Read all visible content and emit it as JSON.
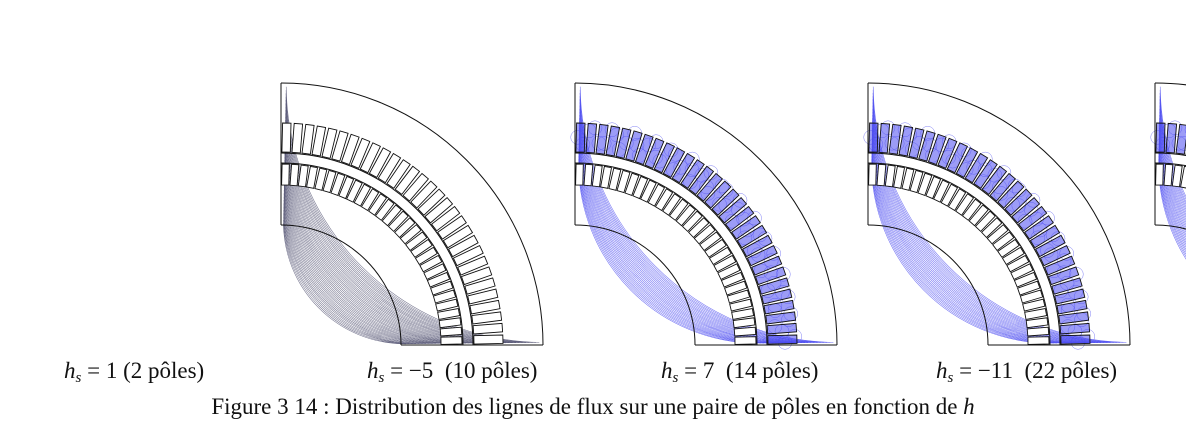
{
  "figure": {
    "panels": [
      {
        "symbol": "h",
        "subscript": "s",
        "equals": " = ",
        "value": "1",
        "poles": "(2 pôles)",
        "flux_color": "#505070",
        "field_extent": "full"
      },
      {
        "symbol": "h",
        "subscript": "s",
        "equals": " = ",
        "value": "−5",
        "poles": "(10 pôles)",
        "flux_color": "#4a4af0",
        "field_extent": "partial"
      },
      {
        "symbol": "h",
        "subscript": "s",
        "equals": " = ",
        "value": "7",
        "poles": "(14 pôles)",
        "flux_color": "#4a4af0",
        "field_extent": "partial"
      },
      {
        "symbol": "h",
        "subscript": "s",
        "equals": " = ",
        "value": "−11",
        "poles": "(22 pôles)",
        "flux_color": "#4a4af0",
        "field_extent": "partial"
      }
    ],
    "caption": {
      "text": "Figure 3 14 : Distribution des lignes de flux sur une paire de pôles en fonction de",
      "symbol": "h"
    }
  }
}
